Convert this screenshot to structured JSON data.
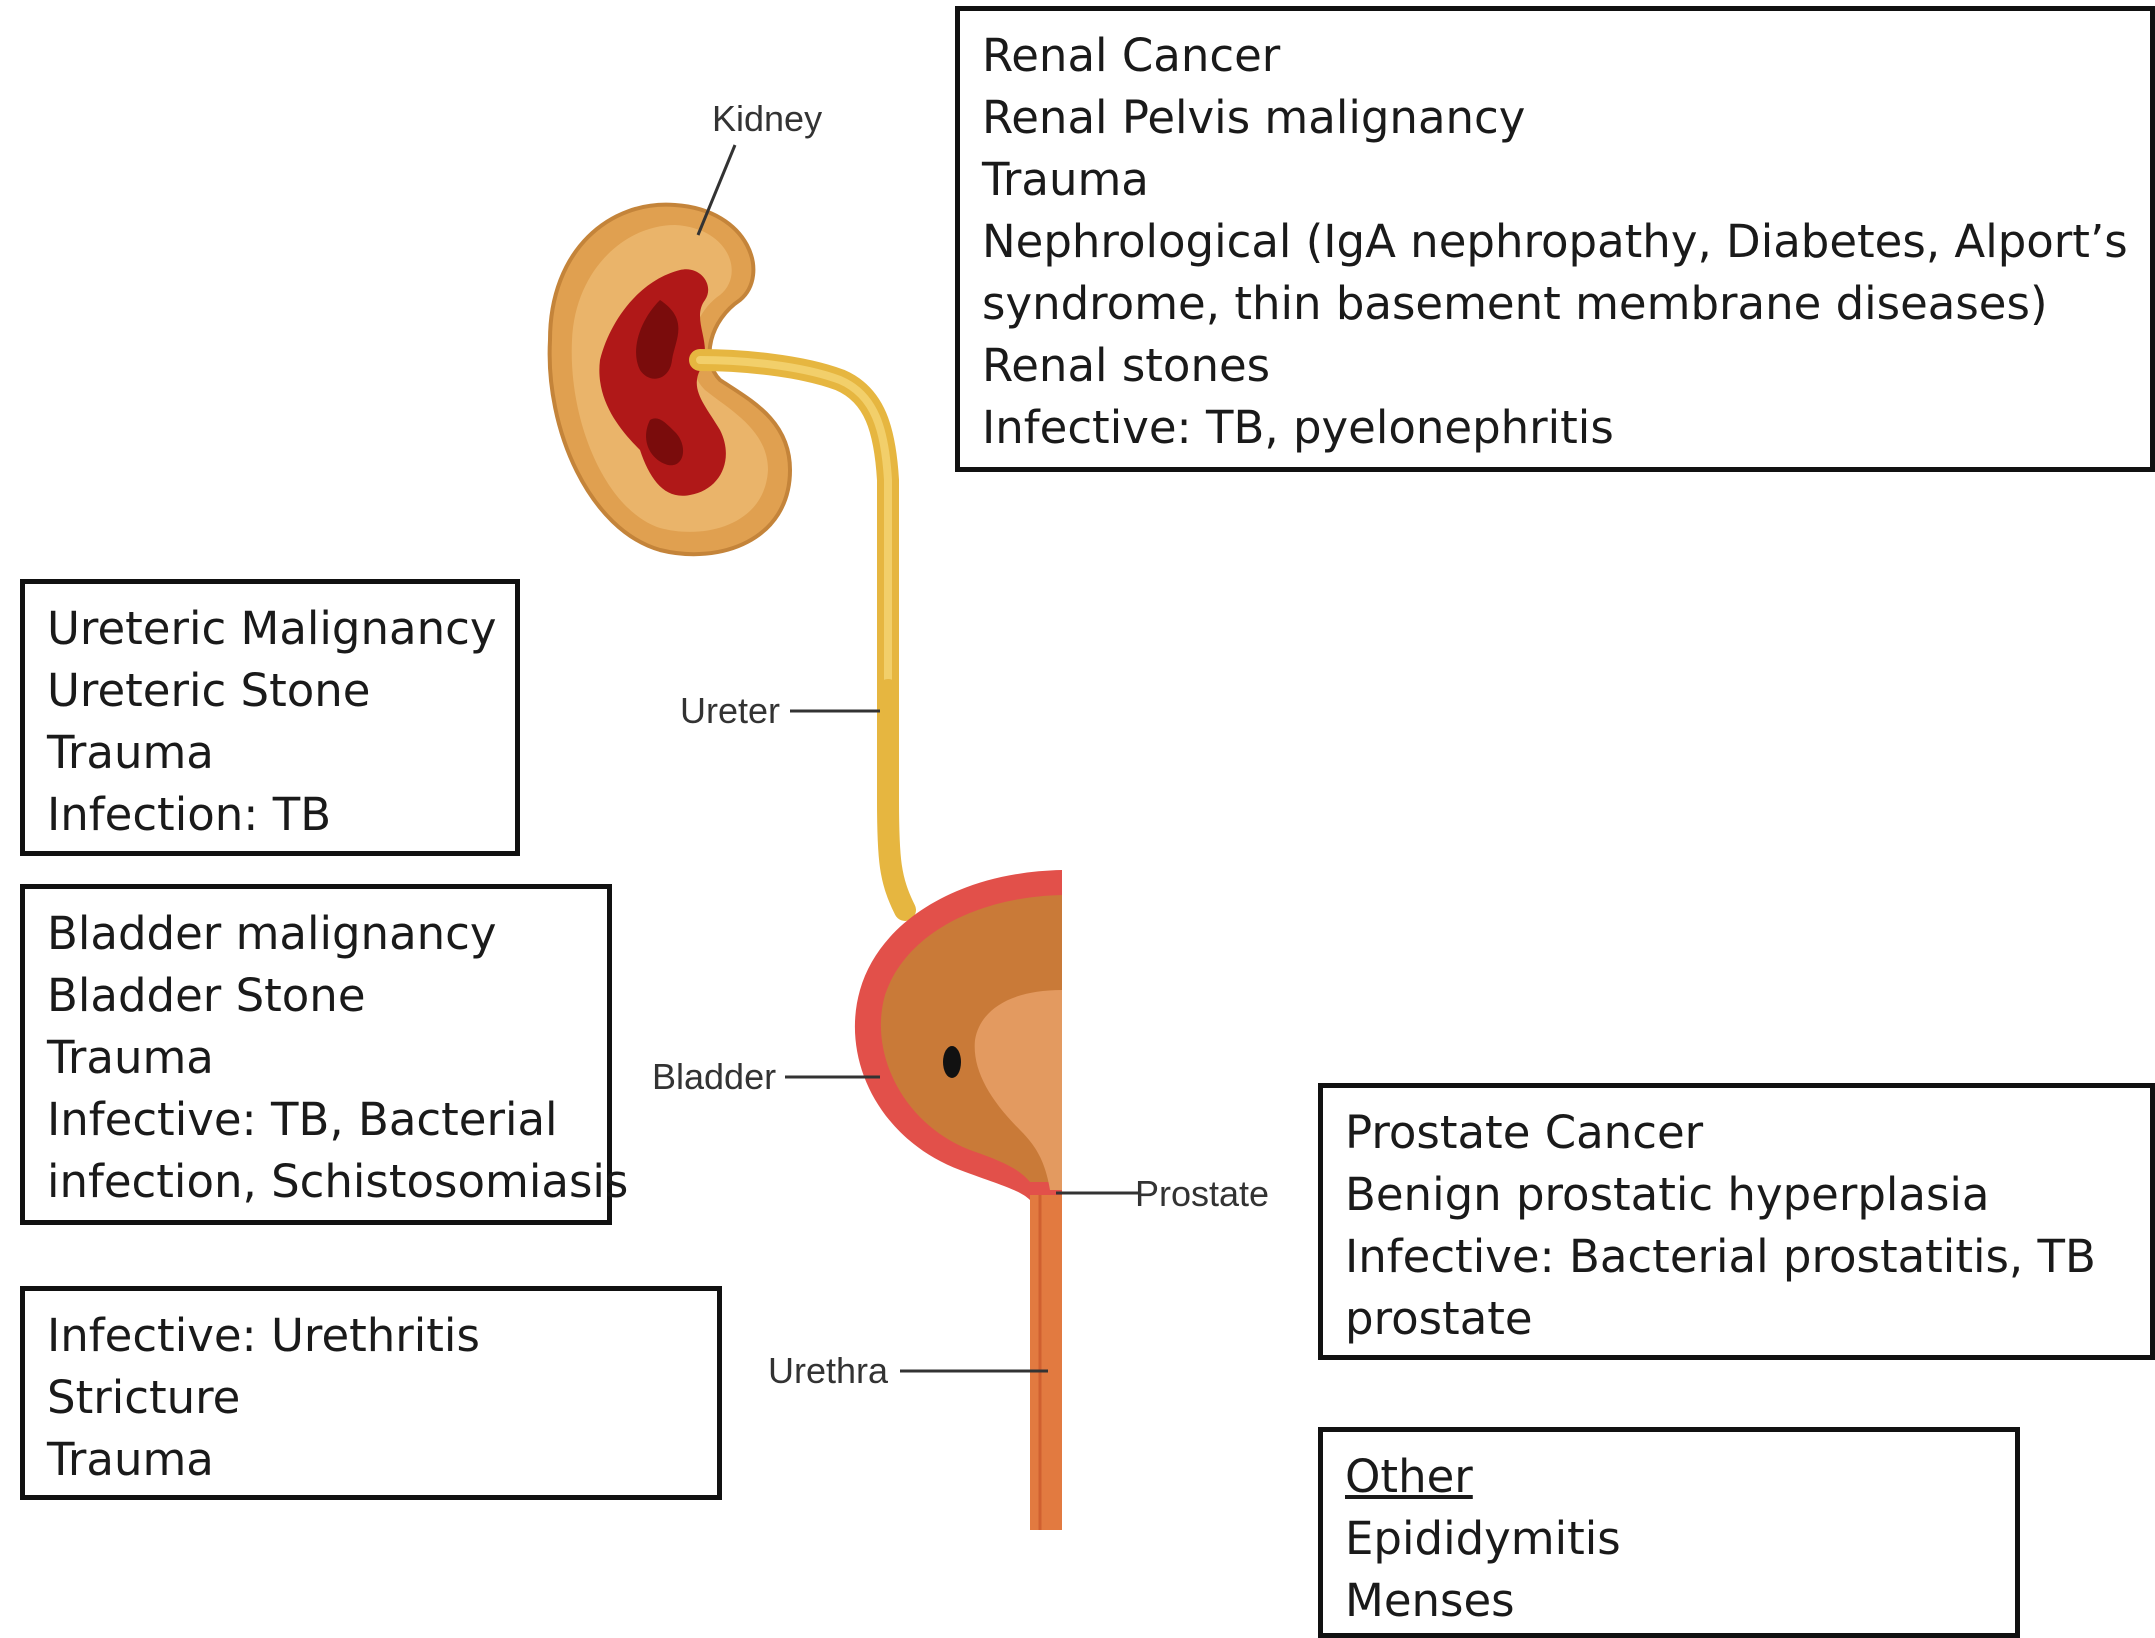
{
  "anatomy_labels": {
    "kidney": "Kidney",
    "ureter": "Ureter",
    "bladder": "Bladder",
    "prostate": "Prostate",
    "urethra": "Urethra"
  },
  "boxes": {
    "renal": {
      "lines": [
        "Renal Cancer",
        "Renal Pelvis malignancy",
        "Trauma",
        "Nephrological (IgA nephropathy, Diabetes, Alport’s",
        "syndrome, thin basement membrane diseases)",
        "Renal stones",
        "Infective:  TB, pyelonephritis"
      ]
    },
    "ureteric": {
      "lines": [
        "Ureteric Malignancy",
        "Ureteric Stone",
        "Trauma",
        "Infection:  TB"
      ]
    },
    "bladder": {
      "lines": [
        "Bladder malignancy",
        "Bladder Stone",
        "Trauma",
        "Infective:  TB, Bacterial",
        "infection, Schistosomiasis"
      ]
    },
    "urethral": {
      "lines": [
        "Infective:  Urethritis",
        "Stricture",
        "Trauma"
      ]
    },
    "prostate": {
      "lines": [
        "Prostate Cancer",
        "Benign prostatic hyperplasia",
        "Infective:  Bacterial prostatitis, TB",
        "prostate"
      ]
    },
    "other": {
      "heading": "Other",
      "lines": [
        "Epididymitis",
        "Menses"
      ]
    }
  },
  "colors": {
    "kidney_outer": "#e0a050",
    "kidney_medulla": "#b01818",
    "ureter": "#e6b640",
    "bladder_wall": "#e2504a",
    "bladder_inner": "#c97a38",
    "urethra": "#e27a40",
    "border": "#111111"
  }
}
